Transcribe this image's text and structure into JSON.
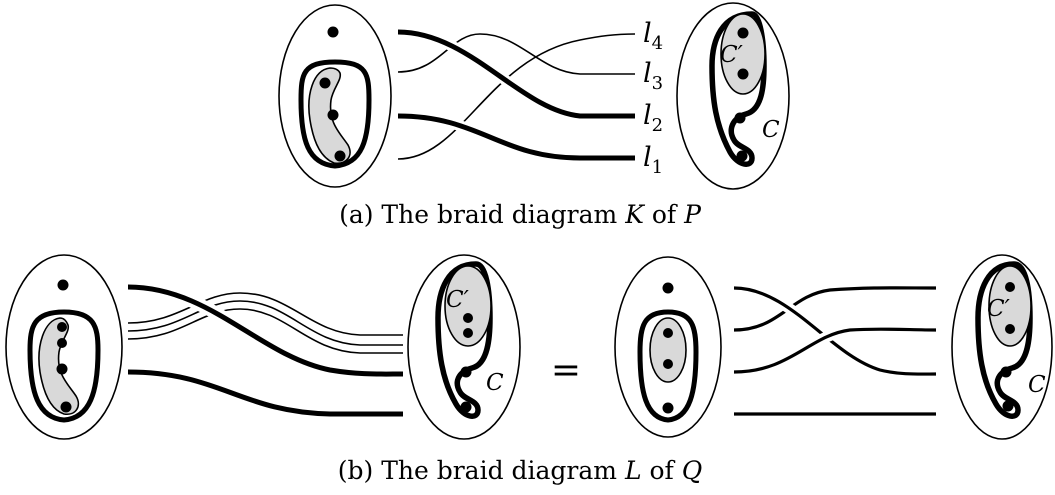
{
  "panel_a": {
    "strand_labels": {
      "l4": {
        "base": "l",
        "sub": "4"
      },
      "l3": {
        "base": "l",
        "sub": "3"
      },
      "l2": {
        "base": "l",
        "sub": "2"
      },
      "l1": {
        "base": "l",
        "sub": "1"
      }
    },
    "curve_labels": {
      "c_prime": "C′",
      "c": "C"
    },
    "caption": {
      "open": "(a) The braid diagram ",
      "braid": "K",
      "mid": " of ",
      "space": "P"
    }
  },
  "panel_b": {
    "left_labels": {
      "c_prime": "C′",
      "c": "C"
    },
    "equals": "=",
    "right_labels": {
      "c_prime": "C′",
      "c": "C"
    },
    "caption": {
      "open": "(b) The braid diagram ",
      "braid": "L",
      "mid": " of ",
      "space": "Q"
    }
  }
}
